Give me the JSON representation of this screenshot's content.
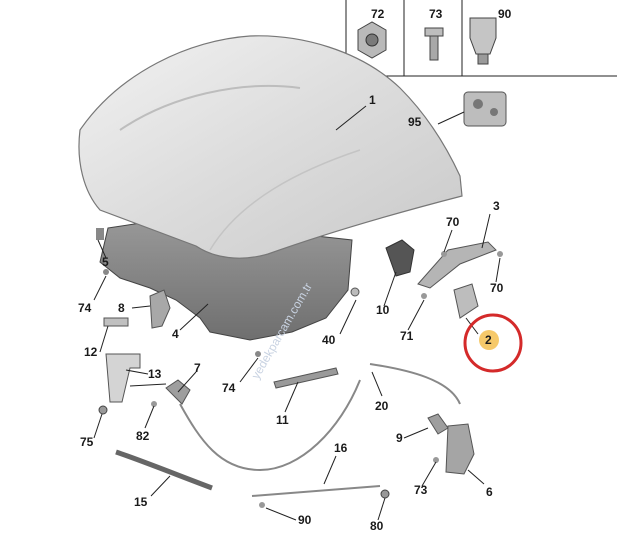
{
  "diagram": {
    "watermark": "yedekparcam.com.tr",
    "inset_labels": [
      "72",
      "73",
      "90"
    ],
    "callouts": {
      "c1": "1",
      "c2": "2",
      "c3": "3",
      "c4": "4",
      "c5": "5",
      "c6": "6",
      "c7": "7",
      "c8": "8",
      "c9": "9",
      "c10": "10",
      "c11": "11",
      "c12": "12",
      "c13": "13",
      "c15": "15",
      "c16": "16",
      "c20": "20",
      "c40": "40",
      "c70a": "70",
      "c70b": "70",
      "c71": "71",
      "c73": "73",
      "c74a": "74",
      "c74b": "74",
      "c75": "75",
      "c80": "80",
      "c82": "82",
      "c90": "90",
      "c95": "95"
    },
    "highlighted_part": "2",
    "colors": {
      "highlight_circle": "#d42a2a",
      "highlight_badge": "#f6c96a",
      "hood": "#e4e4e4",
      "liner": "#8e8e8e"
    }
  }
}
